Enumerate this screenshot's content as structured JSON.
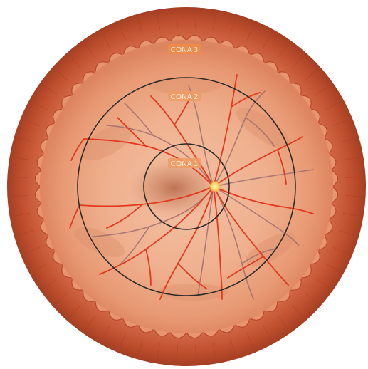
{
  "diagram": {
    "zones": [
      {
        "id": "zone-3",
        "label": "CONA 3"
      },
      {
        "id": "zone-2",
        "label": "CONA 2"
      },
      {
        "id": "zone-1",
        "label": "CONA 1"
      }
    ],
    "colors": {
      "ora_serrata": "#c8583a",
      "ora_serrata_dark": "#9e3a22",
      "fundus_outer": "#e9a27d",
      "fundus_inner": "#f1b594",
      "macula": "#b86a4a",
      "optic_disc": "#f7e07a",
      "artery": "#e2391f",
      "vein": "#9c6a6e",
      "zone_ring": "#2b2b2b",
      "label_bg": "#ee8a4c"
    }
  }
}
